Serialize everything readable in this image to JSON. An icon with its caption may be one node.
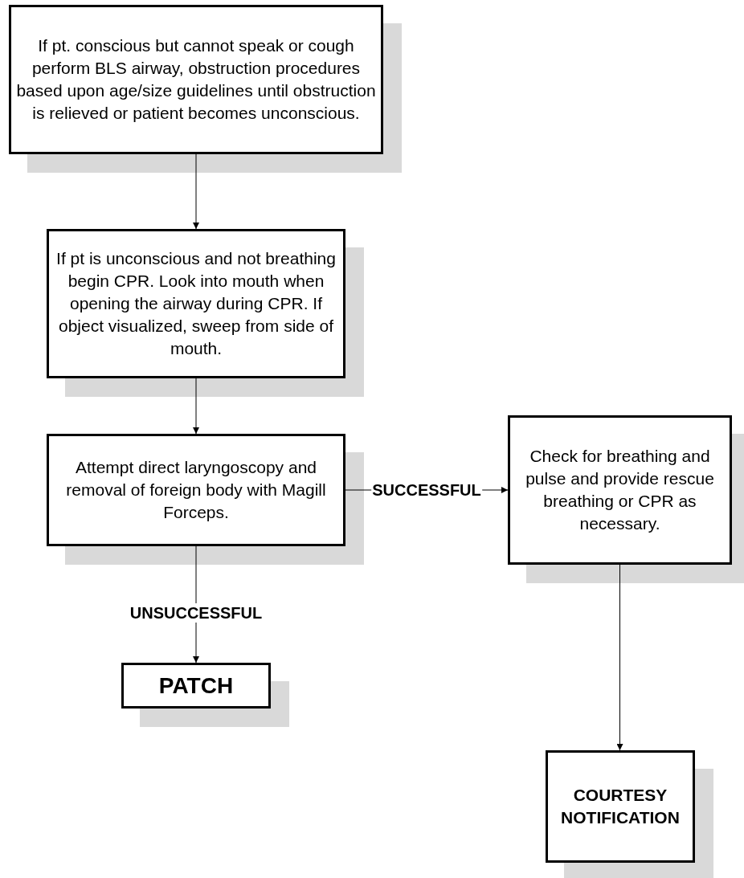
{
  "diagram": {
    "nodes": [
      {
        "text": [
          "If pt. conscious but cannot speak or cough perform BLS airway, obstruction procedures based upon age/size guidelines until obstruction is relieved or patient becomes unconscious."
        ]
      },
      {
        "text": [
          "If pt is unconscious and not breathing begin CPR. Look into mouth when opening the airway during CPR.  If object visualized, sweep from side of mouth."
        ]
      },
      {
        "text": [
          "Attempt direct laryngoscopy and removal of foreign body with Magill Forceps."
        ]
      },
      {
        "text": [
          "Check for breathing and pulse and provide rescue breathing or CPR as necessary."
        ]
      },
      {
        "text": [
          "PATCH"
        ]
      },
      {
        "text": [
          "COURTESY NOTIFICATION"
        ]
      }
    ],
    "edges": [
      {
        "from": 0,
        "to": 1,
        "arrow": "to"
      },
      {
        "from": 1,
        "to": 2,
        "arrow": "to"
      },
      {
        "from": 2,
        "to": 3,
        "arrow": "to",
        "label": "SUCCESSFUL"
      },
      {
        "from": 2,
        "to": 4,
        "arrow": "to",
        "label": "UNSUCCESSFUL"
      },
      {
        "from": 3,
        "to": 5,
        "arrow": "to"
      }
    ]
  }
}
